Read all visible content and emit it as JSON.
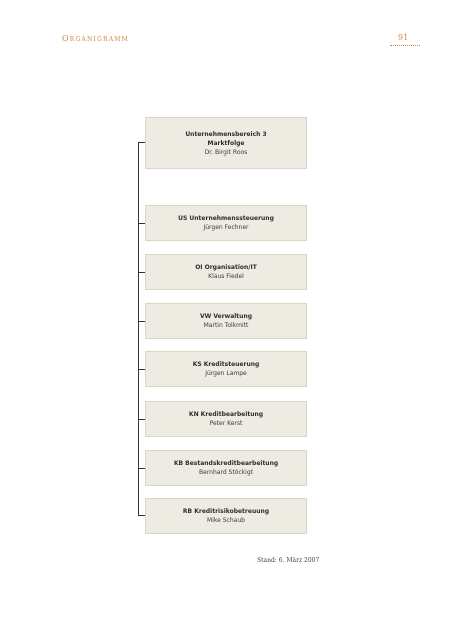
{
  "header": {
    "title": "Organigramm",
    "page_number": "91"
  },
  "head_unit": {
    "line1": "Unternehmensbereich 3",
    "line2": "Marktfolge",
    "person": "Dr. Birgit Roos"
  },
  "units": [
    {
      "unit": "US Unternehmenssteuerung",
      "person": "Jürgen Fechner"
    },
    {
      "unit": "OI Organisation/IT",
      "person": "Klaus Fiedel"
    },
    {
      "unit": "VW Verwaltung",
      "person": "Martin Tolkmitt"
    },
    {
      "unit": "KS Kreditsteuerung",
      "person": "Jürgen Lampe"
    },
    {
      "unit": "KN Kreditbearbeitung",
      "person": "Peter Kerst"
    },
    {
      "unit": "KB Bestandskreditbearbeitung",
      "person": "Bernhard Stöckigt"
    },
    {
      "unit": "RB Kreditrisikobetreuung",
      "person": "Mike Schaub"
    }
  ],
  "footer": {
    "date": "Stand: 6. März 2007"
  },
  "colors": {
    "accent": "#d08a3c",
    "box_fill": "#eeebe3"
  }
}
